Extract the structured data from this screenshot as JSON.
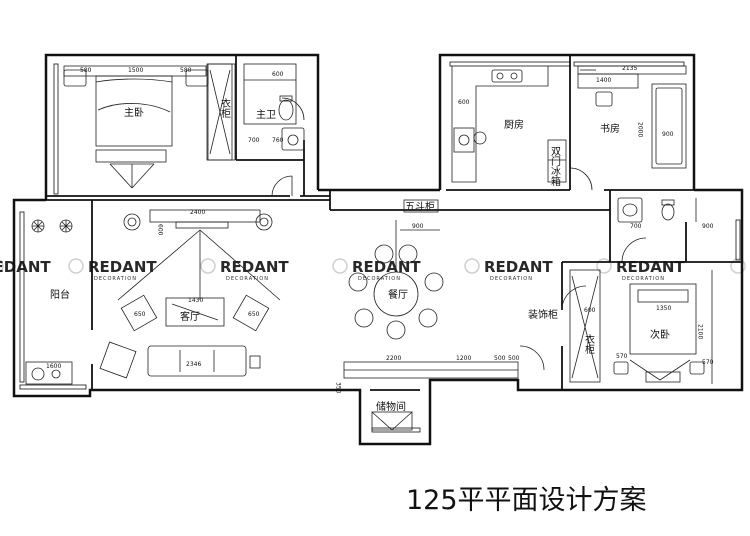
{
  "title": "125平平面设计方案",
  "rooms": {
    "master_bedroom": "主卧",
    "master_bath": "主卫",
    "wardrobe_master": "衣柜",
    "kitchen": "厨房",
    "fridge": "双门冰箱",
    "study": "书房",
    "balcony": "阳台",
    "living_room": "客厅",
    "dining": "餐厅",
    "shoe_cabinet": "五斗柜",
    "decor_cabinet": "装饰柜",
    "second_bedroom": "次卧",
    "wardrobe_second": "衣柜",
    "storage": "储物间"
  },
  "dimensions": {
    "mb_top_1": "580",
    "mb_top_2": "1500",
    "mb_top_3": "580",
    "bath_1": "600",
    "bath_2": "760",
    "bath_3": "700",
    "kitchen_600": "600",
    "study_top": "2135",
    "study_desk": "1400",
    "study_side": "2000",
    "study_900": "900",
    "tv_wall": "2400",
    "lr_600": "600",
    "sofa": "2346",
    "table": "1430",
    "chair_l": "650",
    "chair_r": "650",
    "balcony_1600": "1600",
    "dining_900": "900",
    "bath2_700": "700",
    "bath2_900": "900",
    "cab_2200": "2200",
    "cab_1200": "1200",
    "cab_500a": "500",
    "cab_500b": "500",
    "cab_350": "350",
    "bed2_1350": "1350",
    "bed2_2100": "2100",
    "bed2_570a": "570",
    "bed2_570b": "570",
    "bed2_600": "600"
  },
  "watermark": {
    "brand": "REDANT",
    "sub": "DECORATION"
  }
}
